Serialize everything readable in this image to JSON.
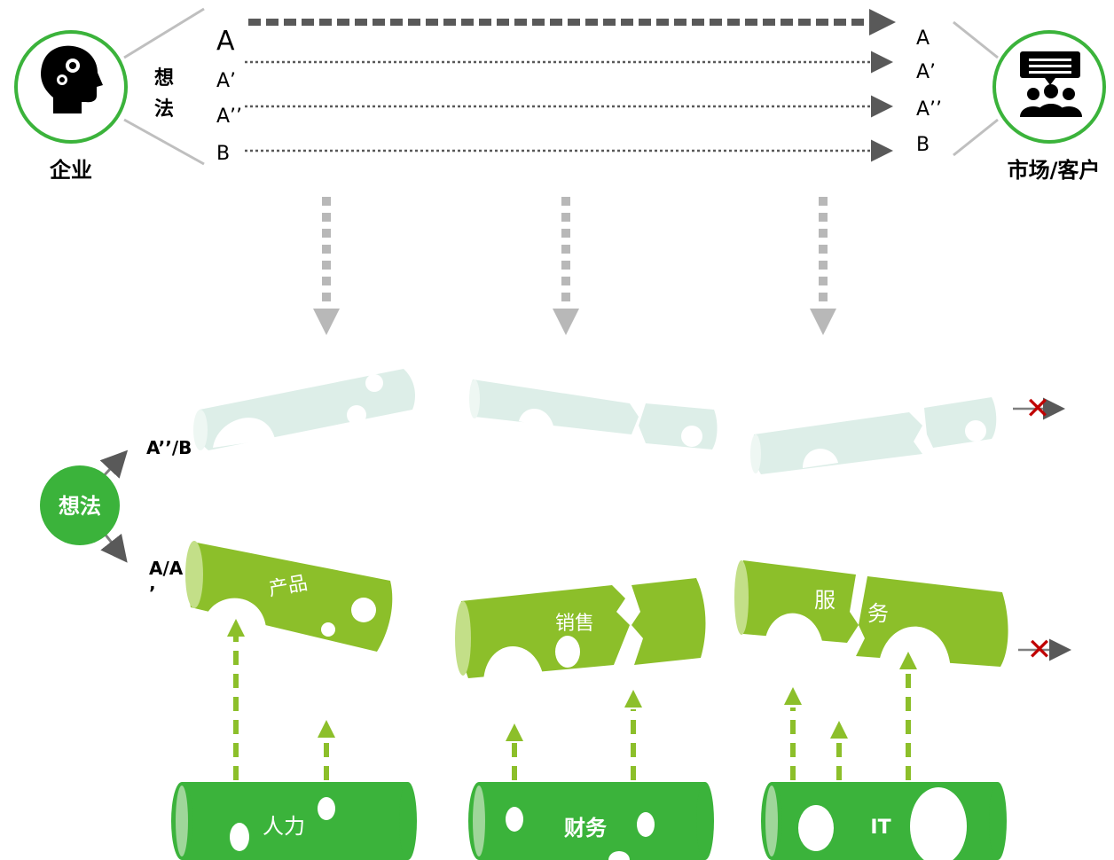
{
  "enterprise": {
    "label": "企业",
    "idea_label": "想法",
    "icon": "head-gears-icon"
  },
  "market": {
    "label": "市场/客户",
    "icon": "audience-speech-icon"
  },
  "idea_routes": {
    "left": [
      "A",
      "A’",
      "A’’",
      "B"
    ],
    "right": [
      "A",
      "A’",
      "A’’",
      "B"
    ]
  },
  "idea_node": {
    "label": "想法",
    "upper_branch": "A’’/B",
    "lower_branch_line1": "A/A",
    "lower_branch_line2": "’"
  },
  "pipes": {
    "product": "产品",
    "sales": "销售",
    "service_part1": "服",
    "service_part2": "务"
  },
  "support": {
    "hr": "人力",
    "finance": "财务",
    "it": "IT"
  },
  "outcome_marks": {
    "fail_top": "✕",
    "fail_bottom": "✕"
  },
  "colors": {
    "green": "#3bb33b",
    "lime": "#8cbf2a",
    "lime_dark": "#7aa81f",
    "ghost": "#ddeee8",
    "gray": "#595959",
    "light_gray": "#b8b8b8",
    "red": "#c00000"
  }
}
